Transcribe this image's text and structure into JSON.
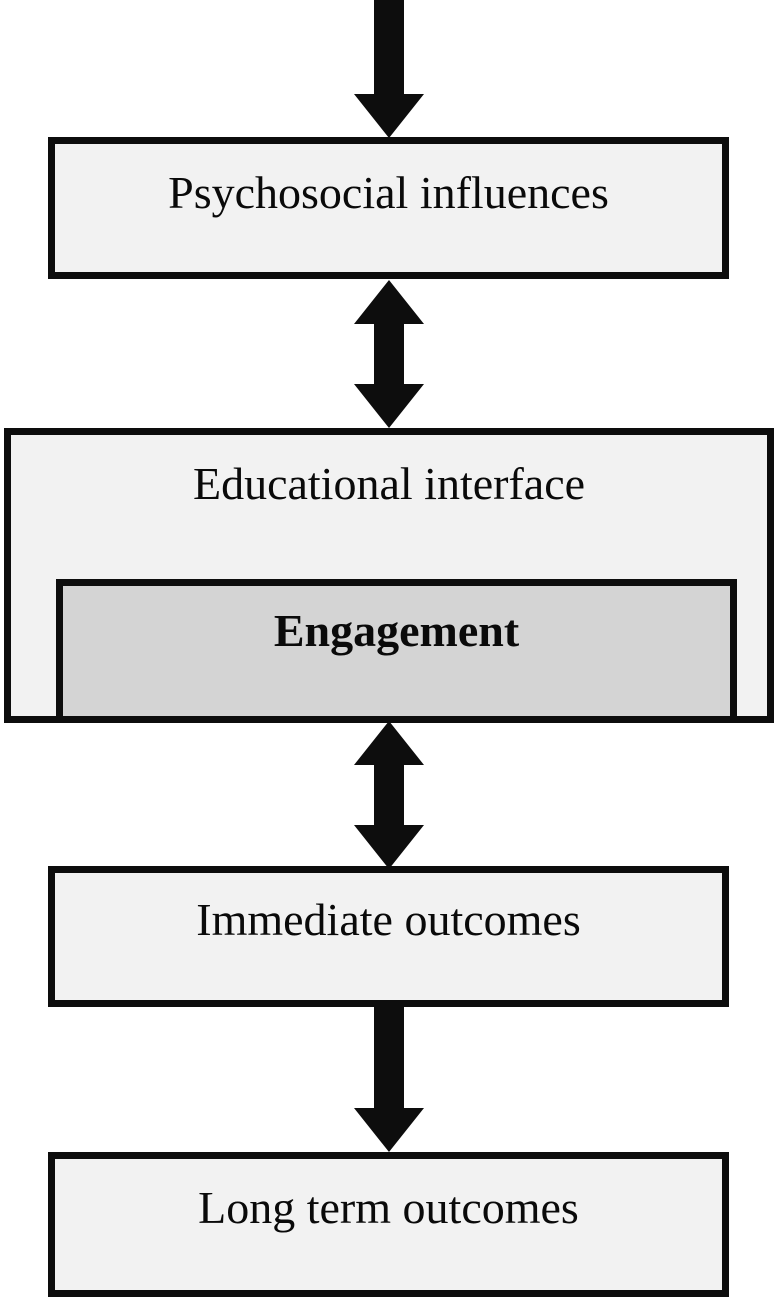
{
  "diagram": {
    "title": "Engagement conceptual model flowchart",
    "type": "vertical-flowchart",
    "colors": {
      "box_fill": "#f2f2f2",
      "highlight_fill": "#d4d4d4",
      "stroke": "#0d0d0d",
      "text": "#0a0a0a",
      "background": "#ffffff"
    },
    "nodes": [
      {
        "id": "psychosocial-influences",
        "label": "Psychosocial influences",
        "emphasis": "normal",
        "fill": "#f2f2f2"
      },
      {
        "id": "educational-interface",
        "label": "Educational interface",
        "emphasis": "normal",
        "fill": "#f2f2f2",
        "children": [
          {
            "id": "engagement",
            "label": "Engagement",
            "emphasis": "bold",
            "fill": "#d4d4d4"
          }
        ]
      },
      {
        "id": "immediate-outcomes",
        "label": "Immediate outcomes",
        "emphasis": "normal",
        "fill": "#f2f2f2"
      },
      {
        "id": "long-term-outcomes",
        "label": "Long term outcomes",
        "emphasis": "normal",
        "fill": "#f2f2f2"
      }
    ],
    "connectors": [
      {
        "id": "inflow-arrow",
        "icon": "arrow-down-icon",
        "from": "external",
        "to": "psychosocial-influences",
        "direction": "down"
      },
      {
        "id": "psychosocial-to-educational",
        "icon": "arrow-up-down-icon",
        "from": "psychosocial-influences",
        "to": "educational-interface",
        "direction": "bidirectional"
      },
      {
        "id": "educational-to-immediate",
        "icon": "arrow-up-down-icon",
        "from": "educational-interface",
        "to": "immediate-outcomes",
        "direction": "bidirectional"
      },
      {
        "id": "immediate-to-longterm",
        "icon": "arrow-down-icon",
        "from": "immediate-outcomes",
        "to": "long-term-outcomes",
        "direction": "down"
      }
    ]
  }
}
